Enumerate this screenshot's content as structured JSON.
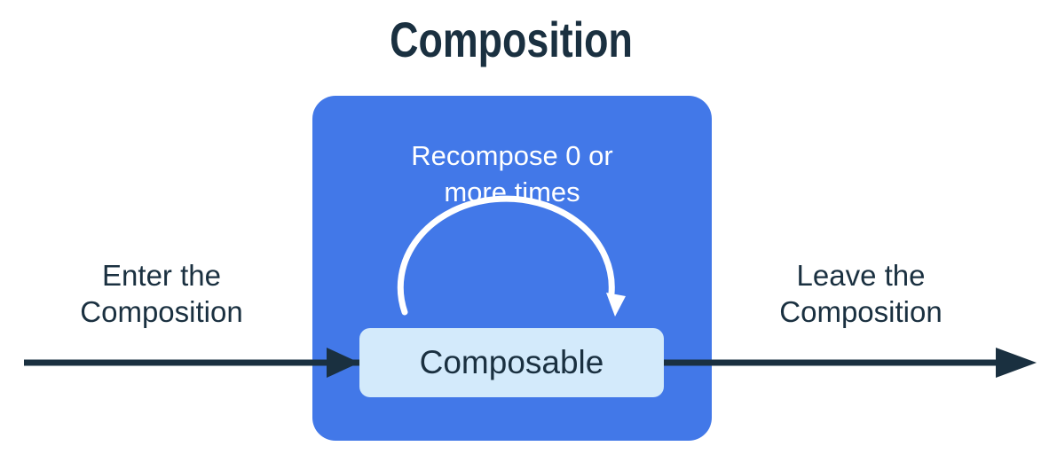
{
  "title": "Composition",
  "colors": {
    "background": "#FFFFFF",
    "composition_blue": "#4278E8",
    "composable_light": "#D3EAFB",
    "ink": "#1A3040",
    "arc_white": "#FFFFFF"
  },
  "flow": {
    "enter_label": "Enter the\nComposition",
    "leave_label": "Leave the\nComposition"
  },
  "composition": {
    "recompose_label": "Recompose 0 or\nmore times",
    "composable_label": "Composable"
  }
}
